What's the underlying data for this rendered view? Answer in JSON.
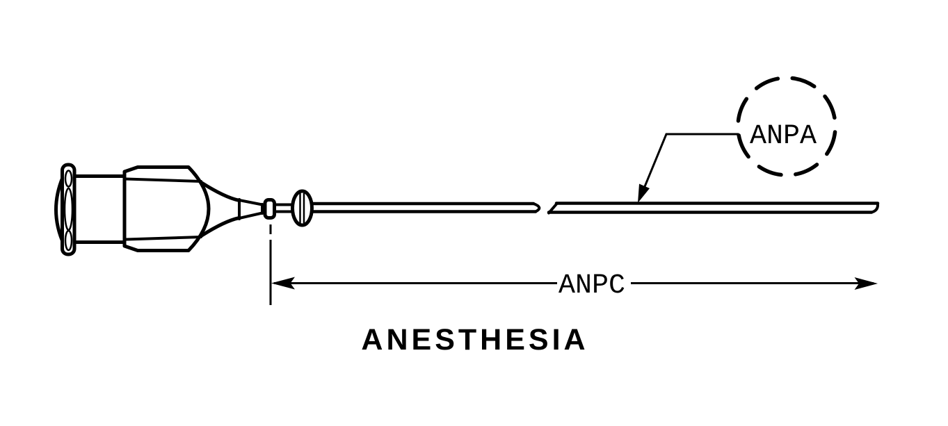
{
  "figure": {
    "title": "ANESTHESIA",
    "callout": {
      "label": "ANPA"
    },
    "dimension": {
      "label": "ANPC"
    },
    "colors": {
      "line": "#000000",
      "background": "#ffffff"
    }
  }
}
